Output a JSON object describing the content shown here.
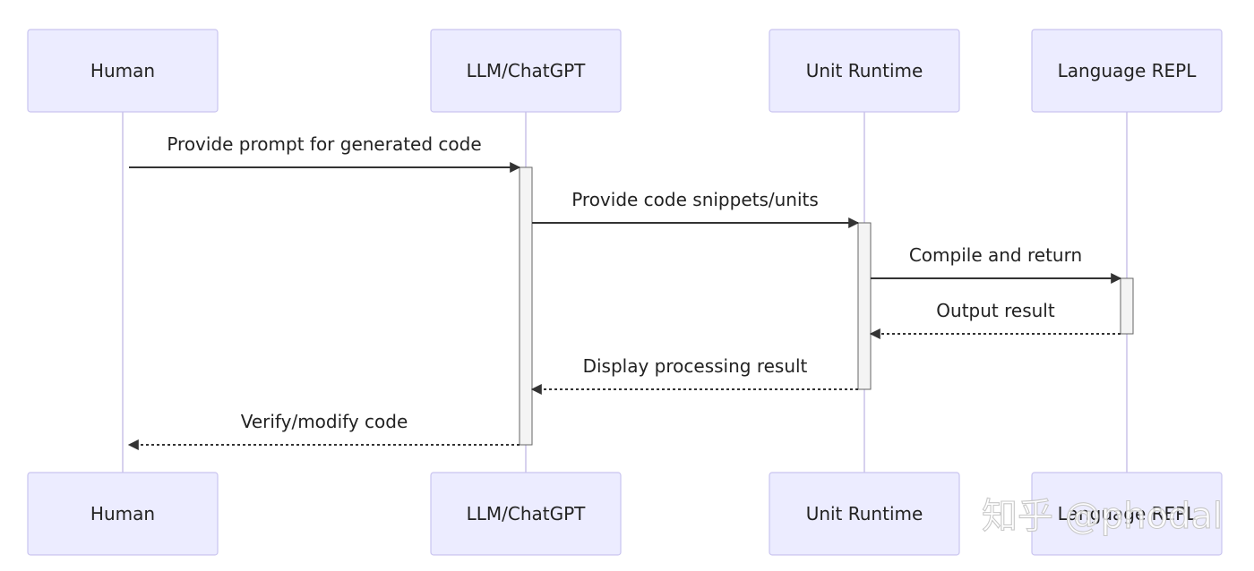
{
  "diagram": {
    "type": "sequence",
    "colors": {
      "actor_fill": "#ececff",
      "actor_stroke": "#c9c4ef",
      "lifeline": "#d7d1ee",
      "activation_fill": "#f4f4f4",
      "activation_stroke": "#666666",
      "arrow": "#333333",
      "text": "#222222"
    },
    "actors": [
      {
        "id": "human",
        "label": "Human"
      },
      {
        "id": "llm",
        "label": "LLM/ChatGPT"
      },
      {
        "id": "runtime",
        "label": "Unit Runtime"
      },
      {
        "id": "repl",
        "label": "Language REPL"
      }
    ],
    "messages": [
      {
        "from": "human",
        "to": "llm",
        "label": "Provide prompt for generated code",
        "style": "solid"
      },
      {
        "from": "llm",
        "to": "runtime",
        "label": "Provide code snippets/units",
        "style": "solid"
      },
      {
        "from": "runtime",
        "to": "repl",
        "label": "Compile and return",
        "style": "solid"
      },
      {
        "from": "repl",
        "to": "runtime",
        "label": "Output result",
        "style": "dashed"
      },
      {
        "from": "runtime",
        "to": "llm",
        "label": "Display processing result",
        "style": "dashed"
      },
      {
        "from": "llm",
        "to": "human",
        "label": "Verify/modify code",
        "style": "dashed"
      }
    ]
  },
  "watermark": {
    "text": "知乎 @phodal"
  }
}
